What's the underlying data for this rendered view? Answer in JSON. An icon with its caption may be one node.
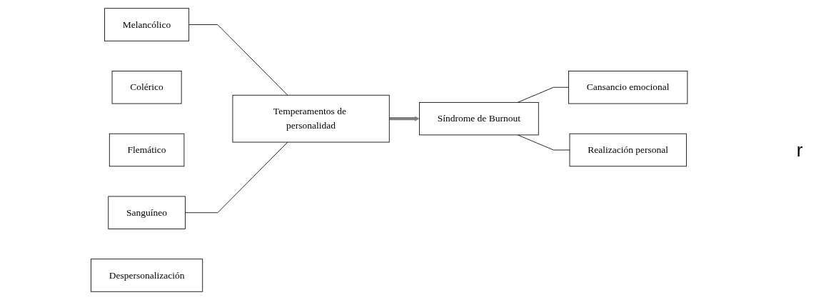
{
  "diagram": {
    "nodes": [
      {
        "text": [
          "Melancólico"
        ]
      },
      {
        "text": [
          "Colérico"
        ]
      },
      {
        "text": [
          "Flemático"
        ]
      },
      {
        "text": [
          "Sanguíneo"
        ]
      },
      {
        "text": [
          "Temperamentos de personalidad"
        ]
      },
      {
        "text": [
          "Síndrome de Burnout"
        ]
      },
      {
        "text": [
          "Cansancio emocional"
        ]
      },
      {
        "text": [
          "Despersonalización"
        ]
      },
      {
        "text": [
          "Realización personal"
        ]
      }
    ],
    "edges": [
      {
        "from": 0,
        "to": 4,
        "arrow": "none"
      },
      {
        "from": 3,
        "to": 4,
        "arrow": "none"
      },
      {
        "from": 4,
        "to": 5,
        "arrow": "to",
        "style": "thick",
        "color": "#808080"
      },
      {
        "from": 5,
        "to": 6,
        "arrow": "none"
      },
      {
        "from": 5,
        "to": 8,
        "arrow": "none"
      }
    ],
    "labels": [
      "r"
    ]
  }
}
